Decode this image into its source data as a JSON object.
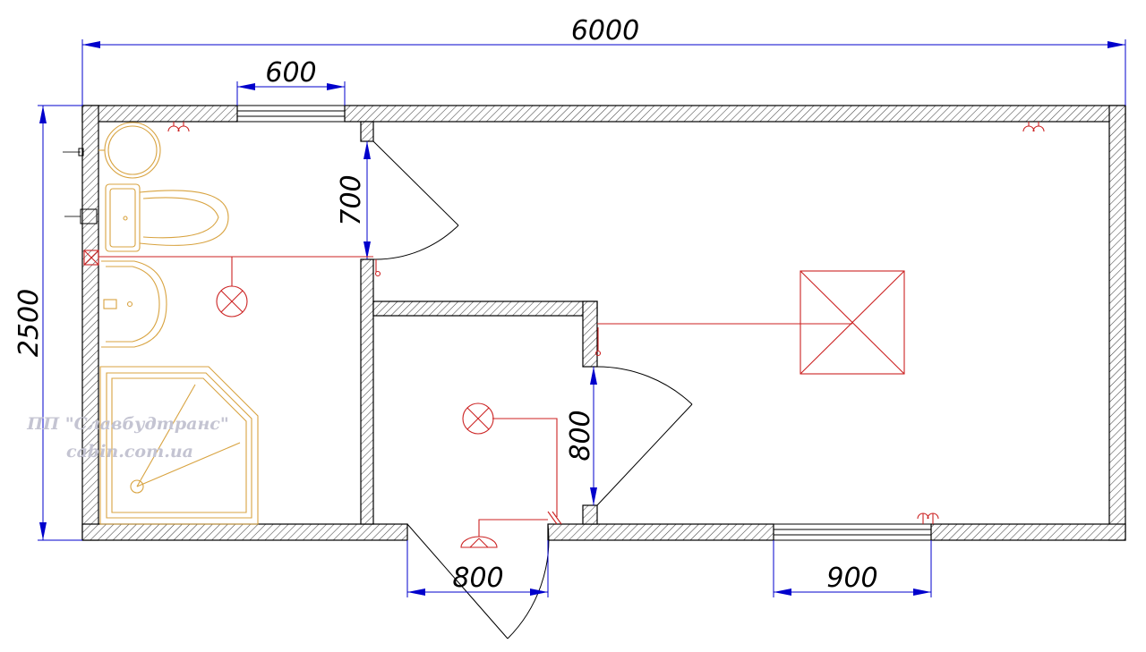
{
  "dimensions": {
    "overall_width": "6000",
    "overall_height": "2500",
    "top_window": "600",
    "toilet_door": "700",
    "inner_door": "800",
    "entry_door": "800",
    "bottom_window": "900"
  },
  "watermark": {
    "line1": "ПП \"Славбудтранс\"",
    "line2": "cabin.com.ua"
  },
  "colors": {
    "wall": "#000000",
    "dimension": "#0000cc",
    "electrical": "#cc2222",
    "fixture": "#d8a340",
    "watermark": "#c4c4d2"
  },
  "icons": [
    "ceiling-lamp-icon",
    "vent-fan-icon",
    "electric-panel-icon",
    "socket-icon",
    "switch-icon",
    "light-fixture-icon"
  ]
}
